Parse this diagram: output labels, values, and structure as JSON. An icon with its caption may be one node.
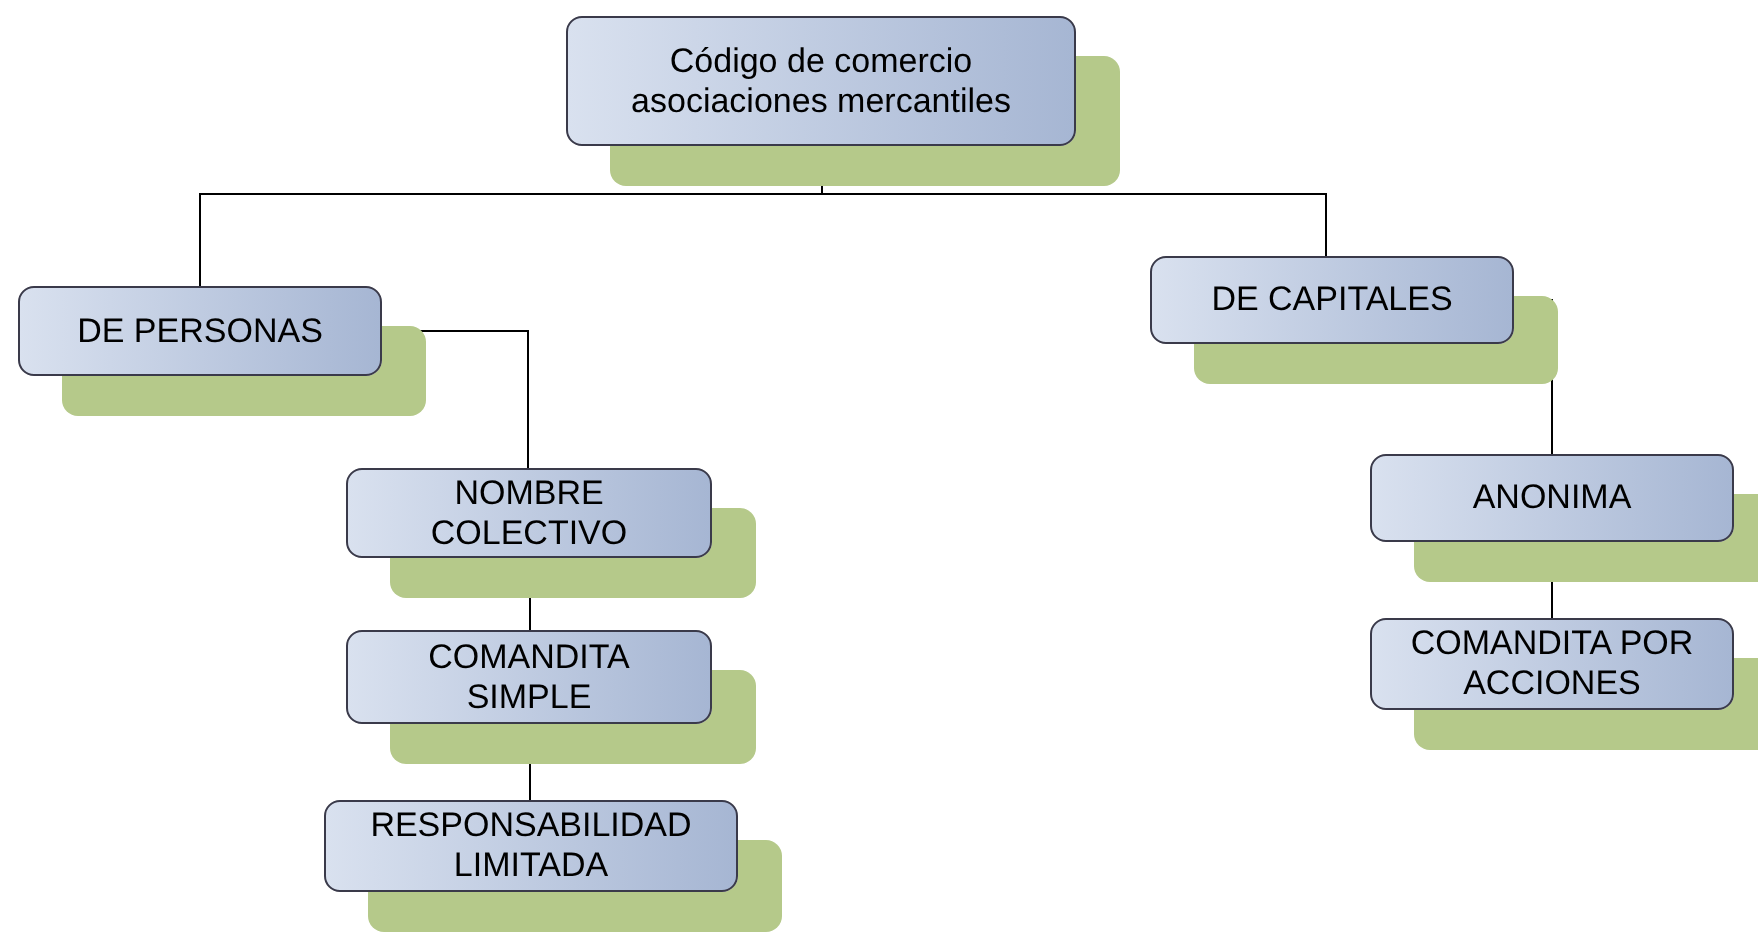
{
  "diagram": {
    "nodes": [
      {
        "text": [
          "Código de comercio asociaciones mercantiles"
        ]
      },
      {
        "text": [
          "DE PERSONAS"
        ]
      },
      {
        "text": [
          "DE CAPITALES"
        ]
      },
      {
        "text": [
          "NOMBRE COLECTIVO"
        ]
      },
      {
        "text": [
          "COMANDITA SIMPLE"
        ]
      },
      {
        "text": [
          "RESPONSABILIDAD LIMITADA"
        ]
      },
      {
        "text": [
          "ANONIMA"
        ]
      },
      {
        "text": [
          "COMANDITA POR ACCIONES"
        ]
      }
    ],
    "edges": [
      {
        "from": 0,
        "to": 1,
        "arrow": "none"
      },
      {
        "from": 0,
        "to": 2,
        "arrow": "none"
      },
      {
        "from": 1,
        "to": 3,
        "arrow": "none"
      },
      {
        "from": 3,
        "to": 4,
        "arrow": "none"
      },
      {
        "from": 4,
        "to": 5,
        "arrow": "none"
      },
      {
        "from": 2,
        "to": 6,
        "arrow": "none"
      },
      {
        "from": 6,
        "to": 7,
        "arrow": "none"
      }
    ]
  }
}
